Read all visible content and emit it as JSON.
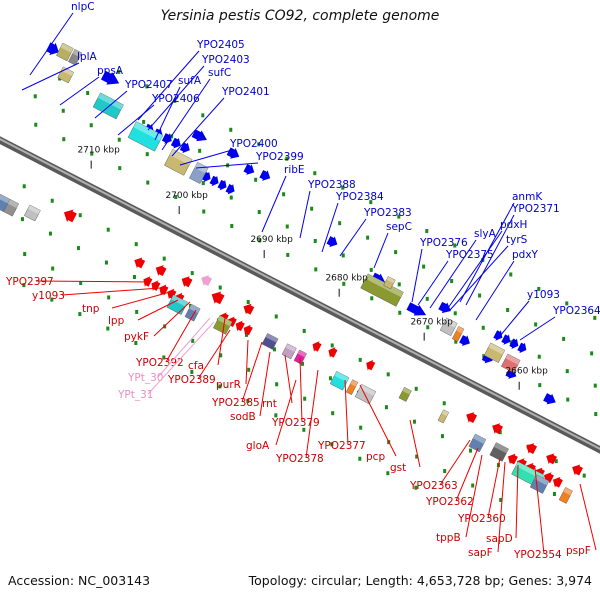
{
  "title": "Yersinia pestis CO92, complete genome",
  "footer": {
    "accession": "Accession: NC_003143",
    "summary": "Topology: circular; Length: 4,653,728 bp; Genes: 3,974"
  },
  "colors": {
    "forward": "#0000ee",
    "reverse": "#ee0000",
    "pseudo": "#f0a0d0",
    "backbone": "#808080"
  },
  "ticks": [
    "2710 kbp",
    "2700 kbp",
    "2690 kbp",
    "2680 kbp",
    "2670 kbp",
    "2660 kbp"
  ],
  "labels_forward": [
    "nlpC",
    "lplA",
    "ppsA",
    "YPO2407",
    "YPO2405",
    "YPO2403",
    "YPO2406",
    "sufA",
    "sufC",
    "YPO2401",
    "YPO2400",
    "YPO2399",
    "ribE",
    "YPO2388",
    "YPO2384",
    "YPO2383",
    "sepC",
    "anmK",
    "YPO2371",
    "pdxH",
    "tyrS",
    "slyA",
    "YPO2376",
    "YPO2375",
    "pdxY",
    "y1093",
    "YPO2364"
  ],
  "labels_reverse": [
    "YPO2397",
    "y1093",
    "tnp",
    "lpp",
    "pykF",
    "YPO2392",
    "cfa",
    "YPO2389",
    "purR",
    "YPO2385",
    "sodB",
    "rnt",
    "YPO2379",
    "gloA",
    "YPO2378",
    "YPO2377",
    "pcp",
    "gst",
    "YPO2363",
    "YPO2362",
    "tppB",
    "YPO2360",
    "sapF",
    "sapD",
    "YPO2354",
    "pspF"
  ],
  "labels_pseudo": [
    "YPt_30",
    "YPt_31"
  ]
}
